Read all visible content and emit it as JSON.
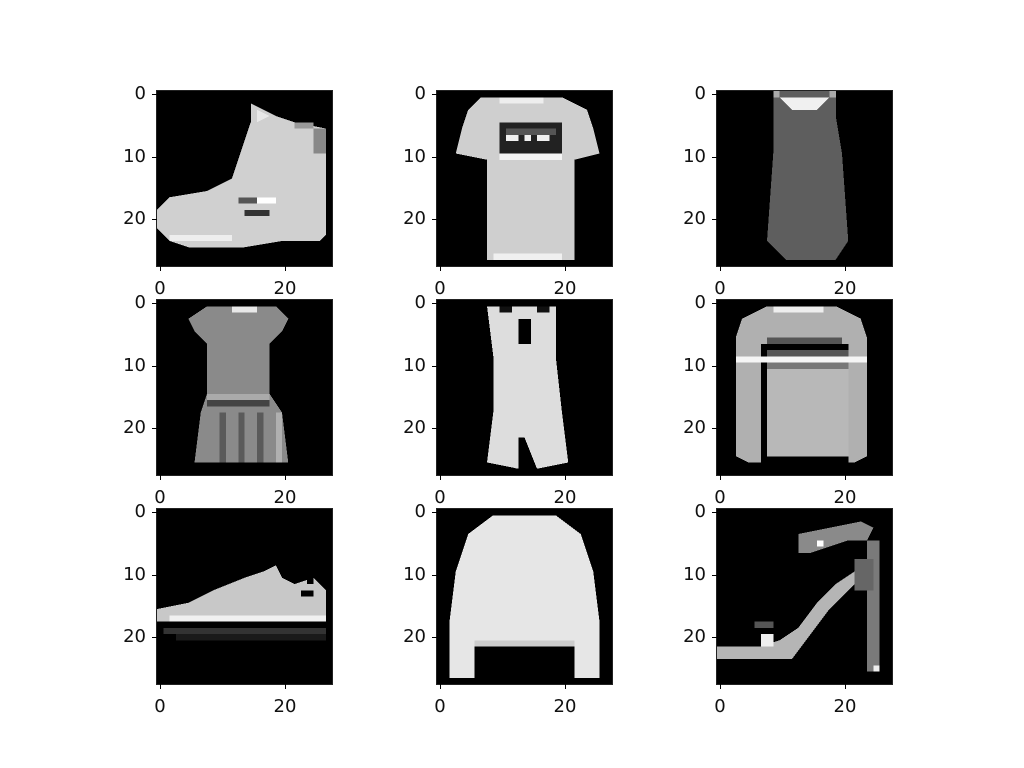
{
  "figure": {
    "background": "#ffffff",
    "rows": 3,
    "cols": 3
  },
  "chart_data": {
    "type": "image-grid",
    "title": "",
    "description": "3x3 grid of 28x28 grayscale Fashion-MNIST images shown with matplotlib imshow (gray colormap)",
    "image_shape": [
      28,
      28
    ],
    "xticks": [
      0,
      20
    ],
    "yticks": [
      0,
      10,
      20
    ],
    "xtick_labels": [
      "0",
      "20"
    ],
    "ytick_labels": [
      "0",
      "10",
      "20"
    ],
    "xlim": [
      -0.5,
      27.5
    ],
    "ylim": [
      27.5,
      -0.5
    ],
    "colormap": "gray",
    "panels": [
      {
        "row": 0,
        "col": 0,
        "item": "ankle boot"
      },
      {
        "row": 0,
        "col": 1,
        "item": "t-shirt/top"
      },
      {
        "row": 0,
        "col": 2,
        "item": "t-shirt/top (tank)"
      },
      {
        "row": 1,
        "col": 0,
        "item": "dress"
      },
      {
        "row": 1,
        "col": 1,
        "item": "t-shirt/top (romper)"
      },
      {
        "row": 1,
        "col": 2,
        "item": "pullover"
      },
      {
        "row": 2,
        "col": 0,
        "item": "sneaker"
      },
      {
        "row": 2,
        "col": 1,
        "item": "pullover"
      },
      {
        "row": 2,
        "col": 2,
        "item": "sandal"
      }
    ]
  },
  "ticks": {
    "y": [
      "0",
      "10",
      "20"
    ],
    "x": [
      "0",
      "20"
    ]
  }
}
